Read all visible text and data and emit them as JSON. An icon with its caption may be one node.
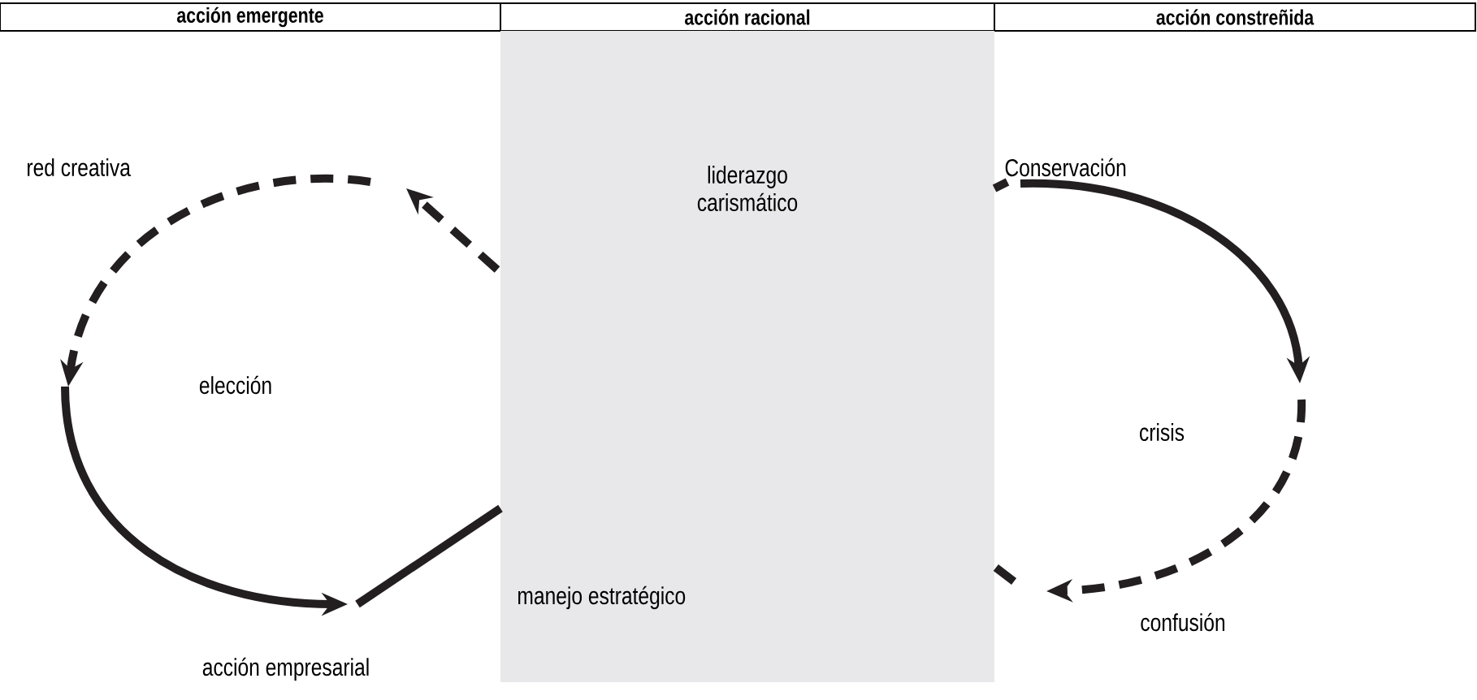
{
  "diagram": {
    "nodes": [
      {
        "text": [
          "acción emergente"
        ]
      },
      {
        "text": [
          "acción racional"
        ]
      },
      {
        "text": [
          "acción constreñida"
        ]
      },
      {
        "text": [
          "liderazgo carismático",
          "manejo estratégico"
        ]
      }
    ],
    "labels": [
      "red creativa",
      "Conservación",
      "elección",
      "crisis",
      "confusión",
      "acción empresarial"
    ]
  }
}
